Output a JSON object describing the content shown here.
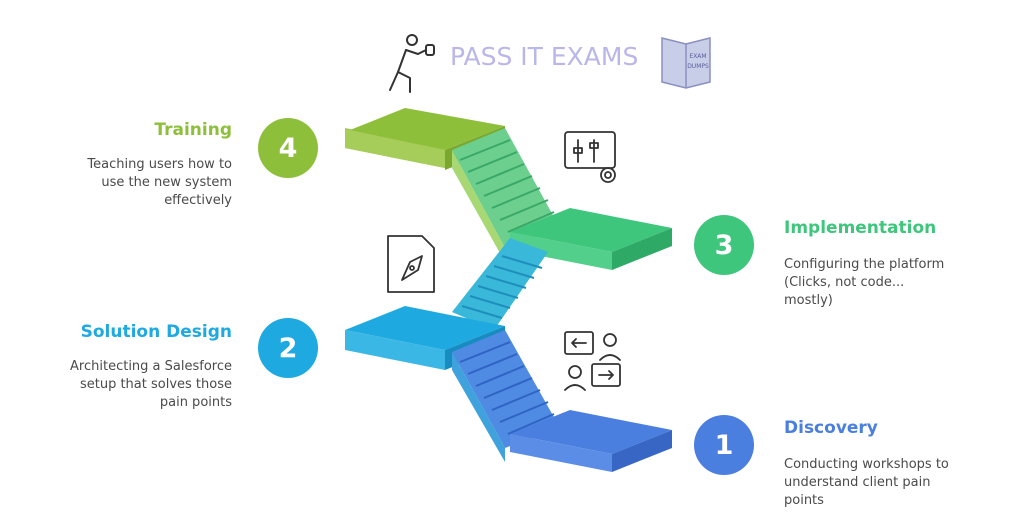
{
  "logo": {
    "text": "PASS IT EXAMS",
    "book_text_1": "EXAM",
    "book_text_2": "DUMPS"
  },
  "colors": {
    "training": "#8ebf3b",
    "implementation": "#3ec67d",
    "solution_design": "#1ea9e0",
    "discovery": "#4a7fe0"
  },
  "steps": [
    {
      "number": "1",
      "title": "Discovery",
      "desc": [
        "Conducting workshops to",
        "understand client pain",
        "points"
      ],
      "icon": "discussion-icon"
    },
    {
      "number": "2",
      "title": "Solution Design",
      "desc": [
        "Architecting a Salesforce",
        "setup that solves those",
        "pain points"
      ],
      "icon": "pen-document-icon"
    },
    {
      "number": "3",
      "title": "Implementation",
      "desc": [
        "Configuring the platform",
        "(Clicks, not code...",
        "mostly)"
      ],
      "icon": "settings-sliders-icon"
    },
    {
      "number": "4",
      "title": "Training",
      "desc": [
        "Teaching users how to",
        "use the new system",
        "effectively"
      ],
      "icon": "trainer-icon"
    }
  ]
}
